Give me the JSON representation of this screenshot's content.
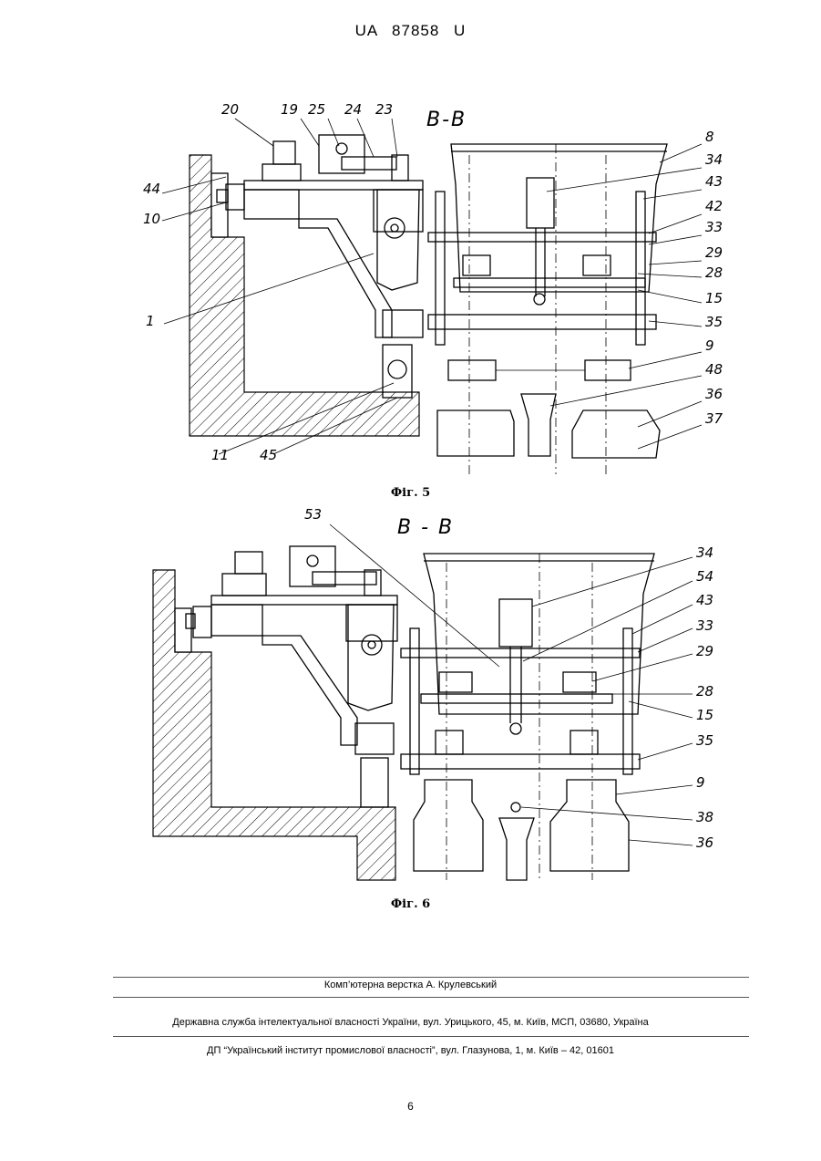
{
  "header": {
    "patent": "UA 87858 U"
  },
  "figures": [
    {
      "caption": "Фіг. 5",
      "section": "В-В",
      "labels": [
        "20",
        "19",
        "25",
        "24",
        "23",
        "8",
        "34",
        "43",
        "42",
        "33",
        "29",
        "28",
        "15",
        "35",
        "9",
        "48",
        "36",
        "37",
        "44",
        "10",
        "1",
        "11",
        "45"
      ]
    },
    {
      "caption": "Фіг. 6",
      "section": "В - В",
      "labels": [
        "53",
        "34",
        "54",
        "43",
        "33",
        "29",
        "28",
        "15",
        "35",
        "9",
        "38",
        "36"
      ]
    }
  ],
  "footer": {
    "layout_credit": "Комп’ютерна верстка А. Крулевський",
    "agency": "Державна служба інтелектуальної власності України, вул. Урицького, 45, м. Київ, МСП, 03680, Україна",
    "institute": "ДП “Український інститут промислової власності”, вул. Глазунова, 1, м. Київ – 42, 01601"
  },
  "page_number": "6"
}
